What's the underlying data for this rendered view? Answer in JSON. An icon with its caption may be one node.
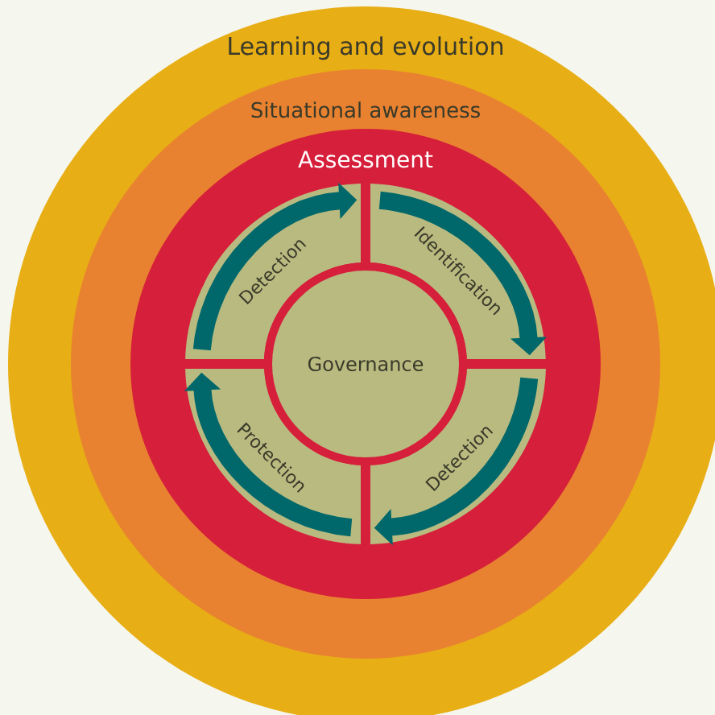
{
  "diagram": {
    "nodes": [
      {
        "text": [
          "Learning and evolution"
        ]
      },
      {
        "text": [
          "Situational awareness"
        ],
        "in": 0
      },
      {
        "text": [
          "Assessment"
        ],
        "in": 1
      },
      {
        "text": [
          "Governance"
        ],
        "in": 2
      },
      {
        "text": [
          "Detection"
        ],
        "in": 2
      },
      {
        "text": [
          "Identification"
        ],
        "in": 2
      },
      {
        "text": [
          "Detection"
        ],
        "in": 2
      },
      {
        "text": [
          "Protection"
        ],
        "in": 2
      }
    ],
    "edges": [
      {
        "from": 4,
        "to": 5,
        "arrow": "to"
      },
      {
        "from": 5,
        "to": 6,
        "arrow": "to"
      },
      {
        "from": 6,
        "to": 7,
        "arrow": "to"
      },
      {
        "from": 7,
        "to": 4,
        "arrow": "to"
      }
    ]
  }
}
